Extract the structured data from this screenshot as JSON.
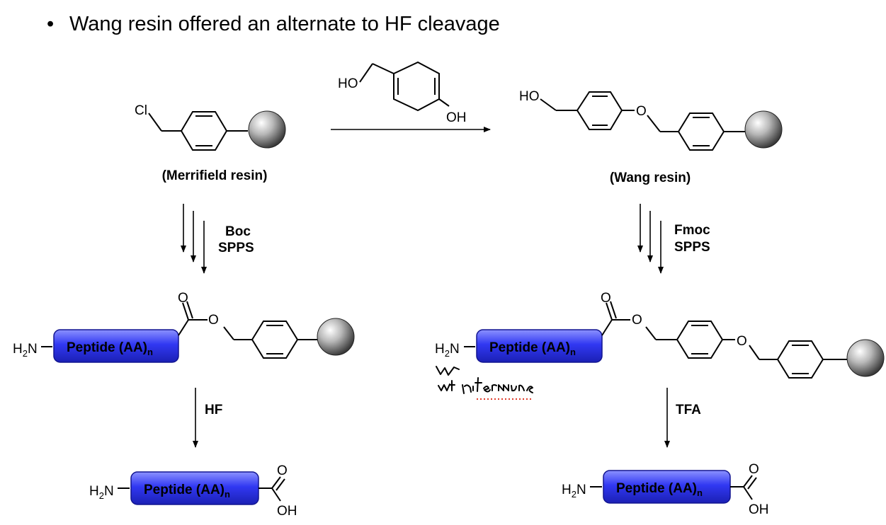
{
  "header": {
    "bullet": "•",
    "text": "Wang resin offered an alternate to HF cleavage"
  },
  "labels": {
    "merrifield": "(Merrifield resin)",
    "wang": "(Wang resin)",
    "boc": "Boc",
    "fmoc": "Fmoc",
    "spps": "SPPS",
    "hf": "HF",
    "tfa": "TFA"
  },
  "atoms": {
    "cl": "Cl",
    "ho": "HO",
    "oh": "OH",
    "o": "O",
    "h2n_h": "H",
    "h2n_sub": "2",
    "h2n_n": "N"
  },
  "peptide": {
    "text": "Peptide (AA)",
    "subscript": "n"
  },
  "colors": {
    "peptide_fill_top": "#7f86ff",
    "peptide_fill_mid": "#2c34f0",
    "peptide_fill_bottom": "#1a1fb0",
    "annotation_ink": "#000000",
    "spellcheck_underline": "#e03a2a"
  }
}
